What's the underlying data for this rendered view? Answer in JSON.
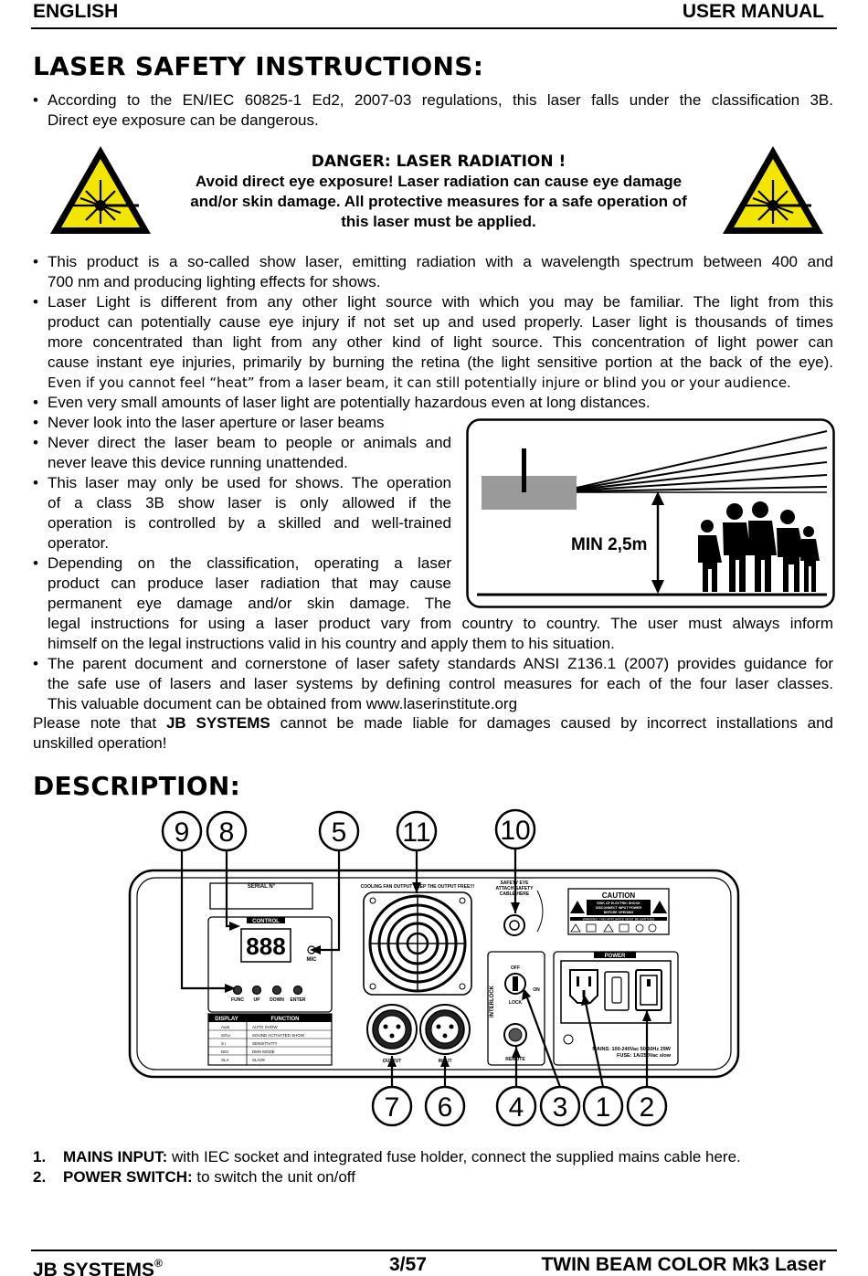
{
  "header": {
    "left": "ENGLISH",
    "right": "USER MANUAL"
  },
  "safety": {
    "title": "LASER SAFETY INSTRUCTIONS:",
    "b1": [
      "According to the EN/IEC 60825-1 Ed2, 2007-03 regulations, this laser falls under the classification 3B.",
      "Direct eye exposure can be dangerous."
    ],
    "danger": [
      "DANGER: LASER RADIATION !",
      "Avoid direct eye exposure! Laser radiation can cause eye damage",
      "and/or skin damage. All protective measures for a safe operation of",
      "this laser must be applied."
    ],
    "b2": [
      "This product is a so-called show laser, emitting radiation with a wavelength spectrum between 400 and",
      "700 nm and producing lighting effects for shows."
    ],
    "b3": [
      "Laser Light is different from any other light source with which you may be familiar. The light from this",
      "product can potentially cause eye injury if not set up and used properly. Laser light is thousands of times",
      "more concentrated than light from any other kind of light source. This concentration of light power can",
      "cause instant eye injuries, primarily by burning the retina (the light sensitive portion at the back of the eye).",
      "Even if you cannot feel “heat” from a laser beam, it can still potentially injure or blind you or your audience."
    ],
    "b4": "Even very small amounts of laser light are potentially hazardous even at long distances.",
    "b5": "Never look into the laser aperture or laser beams",
    "b6": [
      "Never direct the laser beam to people or animals and",
      "never leave this device running unattended."
    ],
    "b7": [
      "This laser may only be used for shows. The operation",
      "of a class 3B show laser is only allowed if the",
      "operation is controlled by a skilled and well-trained",
      "operator."
    ],
    "b8": [
      "Depending on the classification, operating a laser",
      "product can produce laser radiation that may cause",
      "permanent eye damage and/or skin damage. The",
      "legal instructions for using a laser product vary from country to country. The user must always inform",
      "himself on the legal instructions valid in his country and apply them to his situation."
    ],
    "b9": [
      "The parent document and cornerstone of laser safety standards ANSI Z136.1 (2007) provides guidance for",
      "the safe use of lasers and laser systems by defining control measures for each of the four laser classes.",
      "This valuable document can be obtained from www.laserinstitute.org"
    ],
    "note_pre": "Please note that ",
    "note_brand": "JB SYSTEMS",
    "note_post": " cannot be made liable for damages caused by incorrect installations and",
    "note_line2": "unskilled operation!",
    "min_height": "MIN 2,5m"
  },
  "description": {
    "title": "DESCRIPTION:",
    "callouts": [
      "9",
      "8",
      "5",
      "11",
      "10",
      "7",
      "6",
      "4",
      "3",
      "1",
      "2"
    ],
    "panel": {
      "serial": "SERIAL N°",
      "control": "CONTROL",
      "display": "888",
      "mic": "MIC",
      "buttons": [
        "FUNC",
        "UP",
        "DOWN",
        "ENTER"
      ],
      "table_head": [
        "DISPLAY",
        "FUNCTION"
      ],
      "table_rows": [
        [
          "Auto",
          "AUTO SHOW"
        ],
        [
          "SOU",
          "SOUND ACTIVATED SHOW"
        ],
        [
          "S I",
          "SENSITIVITY"
        ],
        [
          "DDI",
          "DMX MODE"
        ],
        [
          "SLA",
          "SLAVE"
        ]
      ],
      "fan": "COOLING FAN OUTPUT KEEP THE OUTPUT FREE!!!",
      "safety_eye": [
        "SAFETY EYE",
        "ATTACH SAFETY",
        "CABLE HERE"
      ],
      "caution": "CAUTION",
      "caution_sub": [
        "RISK OF ELECTRIC SHOCK",
        "DISCONNECT INPUT POWER",
        "BEFORE OPENING"
      ],
      "warning": "WARNING: THIS APPLIANCE MUST BE EARTHED",
      "power": "POWER",
      "interlock": "INTERLOCK",
      "off": "OFF",
      "on": "ON",
      "lock": "LOCK",
      "remote": "REMOTE",
      "output": "OUTPUT",
      "input": "INPUT",
      "mains": [
        "MAINS: 100-240Vac 50/60Hz 29W",
        "FUSE: 1A/250Vac slow"
      ]
    },
    "items": [
      {
        "num": "1.",
        "label": "MAINS INPUT:",
        "text": " with IEC socket and integrated fuse holder, connect the supplied mains cable here."
      },
      {
        "num": "2.",
        "label": "POWER SWITCH:",
        "text": " to switch the unit on/off"
      }
    ]
  },
  "footer": {
    "brand": "JB SYSTEMS",
    "reg": "®",
    "page": "3/57",
    "product": "TWIN BEAM COLOR Mk3 Laser"
  }
}
